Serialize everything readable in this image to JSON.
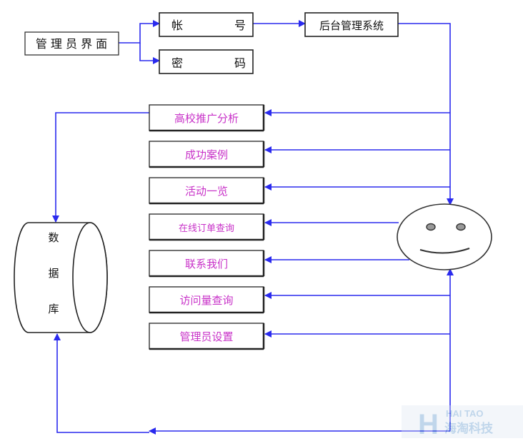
{
  "admin_box": {
    "label": "管 理 员 界 面"
  },
  "account_box": {
    "left": "帐",
    "right": "号"
  },
  "password_box": {
    "left": "密",
    "right": "码"
  },
  "backend_box": {
    "label": "后台管理系统"
  },
  "modules": [
    {
      "label": "高校推广分析"
    },
    {
      "label": "成功案例"
    },
    {
      "label": "活动一览"
    },
    {
      "label": "在线订单查询"
    },
    {
      "label": "联系我们"
    },
    {
      "label": "访问量查询"
    },
    {
      "label": "管理员设置"
    }
  ],
  "database": {
    "chars": [
      "数",
      "据",
      "库"
    ]
  },
  "watermark": {
    "latin": "HAI TAO",
    "cjk": "海淘科技",
    "logo_letter": "H"
  },
  "colors": {
    "arrow": "#2a2aee",
    "module_text": "#c832c8",
    "box_border": "#222222",
    "text": "#111111"
  }
}
